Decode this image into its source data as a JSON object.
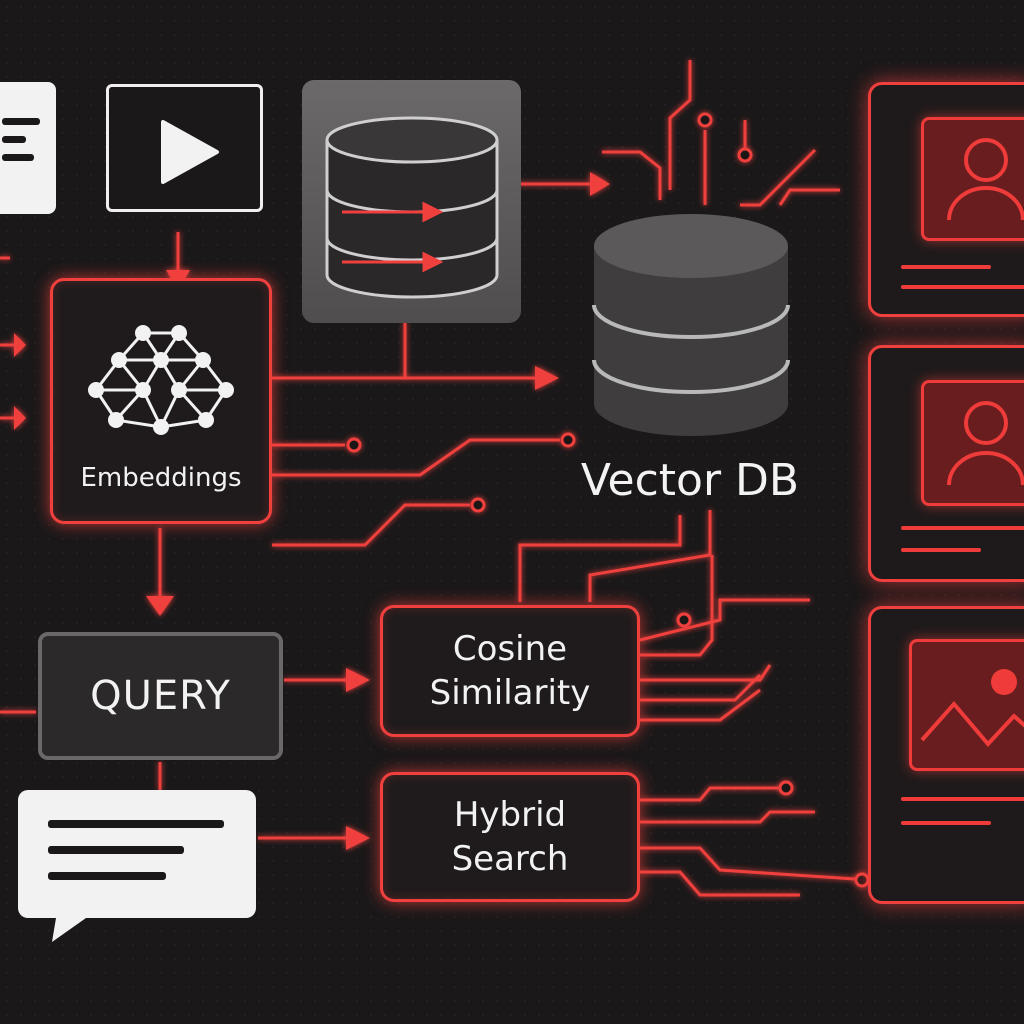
{
  "nodes": {
    "embeddings": "Embeddings",
    "vector_db": "Vector DB",
    "query": "QUERY",
    "cosine": "Cosine\nSimilarity",
    "hybrid": "Hybrid\nSearch"
  },
  "icons": {
    "document": "document-icon",
    "video": "play-video-icon",
    "database_source": "database-icon",
    "vector_db": "vector-database-icon",
    "network": "neural-network-icon",
    "chat": "chat-bubble-icon",
    "profile": "profile-card-icon",
    "image": "image-card-icon"
  },
  "colors": {
    "accent": "#f0403e",
    "background": "#1a1819",
    "box_fill": "#1f1b1c",
    "card_avatar": "#6a1d1e",
    "text": "#f2f2f2"
  }
}
